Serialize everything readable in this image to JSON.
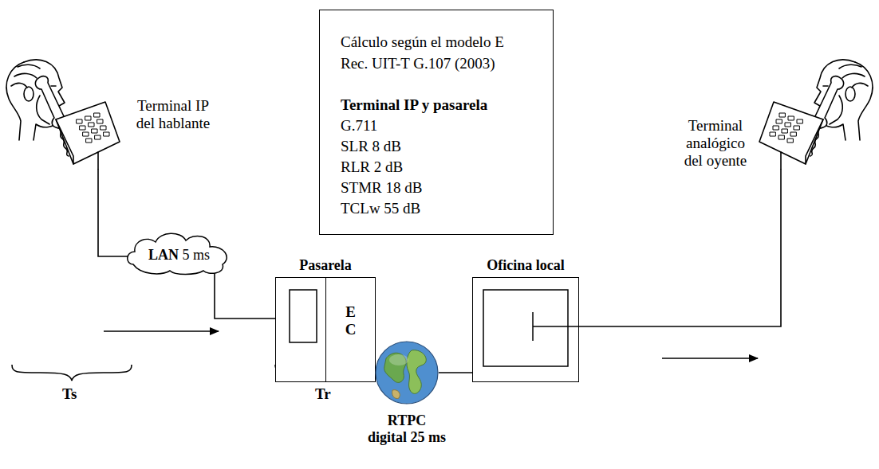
{
  "diagram": {
    "nodes": [
      {
        "text": [
          "Terminal IP del hablante"
        ]
      },
      {
        "text": [
          "Cálculo según el modelo E Rec. UIT-T G.107 (2003)",
          "Terminal IP y pasarela",
          "G.711",
          "SLR 8 dB",
          "RLR 2 dB",
          "STMR 18 dB",
          "TCLw 55 dB"
        ]
      },
      {
        "text": [
          "Terminal analógico del oyente"
        ]
      },
      {
        "text": [
          "LAN 5 ms"
        ]
      },
      {
        "text": [
          "Pasarela"
        ]
      },
      {
        "text": [
          "E C"
        ],
        "in": 4
      },
      {
        "text": [
          "RTPC digital 25 ms"
        ]
      },
      {
        "text": [
          "Oficina local"
        ]
      }
    ],
    "edges": [
      {
        "from": 0,
        "to": 3,
        "arrow": "none"
      },
      {
        "from": 3,
        "to": 4,
        "arrow": "none"
      },
      {
        "from": 4,
        "to": 6,
        "arrow": "none"
      },
      {
        "from": 6,
        "to": 7,
        "arrow": "none"
      },
      {
        "from": 7,
        "to": 2,
        "arrow": "none"
      }
    ],
    "labels": [
      "Ts",
      "Tr"
    ]
  }
}
